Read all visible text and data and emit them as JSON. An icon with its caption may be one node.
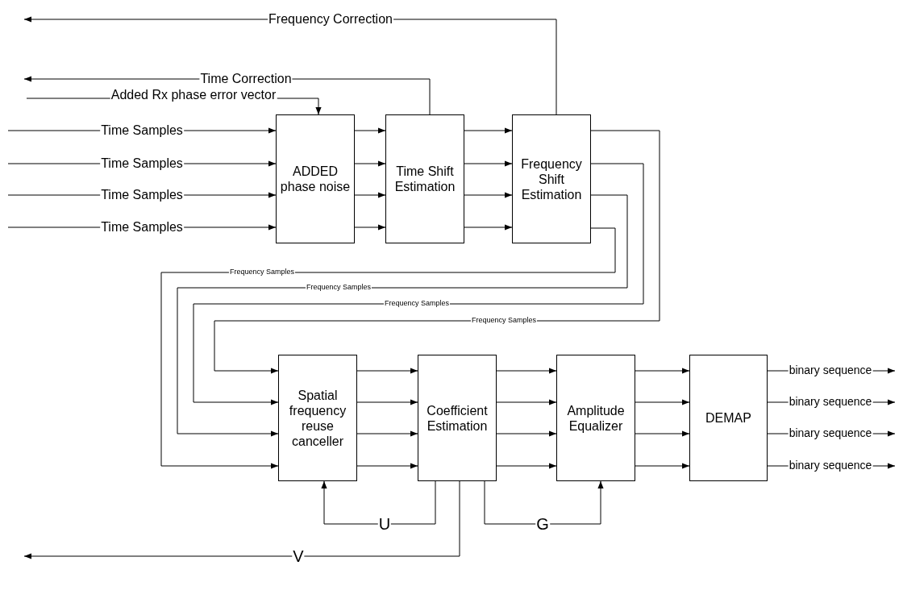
{
  "diagram": {
    "nodes": [
      {
        "text": [
          "ADDED phase noise"
        ]
      },
      {
        "text": [
          "Time Shift Estimation"
        ]
      },
      {
        "text": [
          "Frequency Shift Estimation"
        ]
      },
      {
        "text": [
          "Spatial frequency reuse canceller"
        ]
      },
      {
        "text": [
          "Coefficient Estimation"
        ]
      },
      {
        "text": [
          "Amplitude Equalizer"
        ]
      },
      {
        "text": [
          "DEMAP"
        ]
      }
    ],
    "edges": [
      {
        "from": 2,
        "to": null,
        "arrow": "to",
        "label": "Frequency Correction"
      },
      {
        "from": 1,
        "to": null,
        "arrow": "to",
        "label": "Time Correction"
      },
      {
        "from": null,
        "to": 0,
        "arrow": "to",
        "label": "Added Rx phase error vector"
      },
      {
        "from": null,
        "to": 0,
        "arrow": "to",
        "label": "Time Samples"
      },
      {
        "from": null,
        "to": 0,
        "arrow": "to",
        "label": "Time Samples"
      },
      {
        "from": null,
        "to": 0,
        "arrow": "to",
        "label": "Time Samples"
      },
      {
        "from": null,
        "to": 0,
        "arrow": "to",
        "label": "Time Samples"
      },
      {
        "from": 0,
        "to": 1,
        "arrow": "to"
      },
      {
        "from": 0,
        "to": 1,
        "arrow": "to"
      },
      {
        "from": 0,
        "to": 1,
        "arrow": "to"
      },
      {
        "from": 0,
        "to": 1,
        "arrow": "to"
      },
      {
        "from": 1,
        "to": 2,
        "arrow": "to"
      },
      {
        "from": 1,
        "to": 2,
        "arrow": "to"
      },
      {
        "from": 1,
        "to": 2,
        "arrow": "to"
      },
      {
        "from": 1,
        "to": 2,
        "arrow": "to"
      },
      {
        "from": 2,
        "to": 3,
        "arrow": "to",
        "label": "Frequency Samples"
      },
      {
        "from": 2,
        "to": 3,
        "arrow": "to",
        "label": "Frequency Samples"
      },
      {
        "from": 2,
        "to": 3,
        "arrow": "to",
        "label": "Frequency Samples"
      },
      {
        "from": 2,
        "to": 3,
        "arrow": "to",
        "label": "Frequency Samples"
      },
      {
        "from": 3,
        "to": 4,
        "arrow": "to"
      },
      {
        "from": 3,
        "to": 4,
        "arrow": "to"
      },
      {
        "from": 3,
        "to": 4,
        "arrow": "to"
      },
      {
        "from": 3,
        "to": 4,
        "arrow": "to"
      },
      {
        "from": 4,
        "to": 5,
        "arrow": "to"
      },
      {
        "from": 4,
        "to": 5,
        "arrow": "to"
      },
      {
        "from": 4,
        "to": 5,
        "arrow": "to"
      },
      {
        "from": 4,
        "to": 5,
        "arrow": "to"
      },
      {
        "from": 5,
        "to": 6,
        "arrow": "to"
      },
      {
        "from": 5,
        "to": 6,
        "arrow": "to"
      },
      {
        "from": 5,
        "to": 6,
        "arrow": "to"
      },
      {
        "from": 5,
        "to": 6,
        "arrow": "to"
      },
      {
        "from": 6,
        "to": null,
        "arrow": "to",
        "label": "binary sequence"
      },
      {
        "from": 6,
        "to": null,
        "arrow": "to",
        "label": "binary sequence"
      },
      {
        "from": 6,
        "to": null,
        "arrow": "to",
        "label": "binary sequence"
      },
      {
        "from": 6,
        "to": null,
        "arrow": "to",
        "label": "binary sequence"
      },
      {
        "from": 4,
        "to": 3,
        "arrow": "to",
        "label": "U"
      },
      {
        "from": 4,
        "to": 5,
        "arrow": "to",
        "label": "G"
      },
      {
        "from": 4,
        "to": null,
        "arrow": "to",
        "label": "V"
      }
    ]
  }
}
